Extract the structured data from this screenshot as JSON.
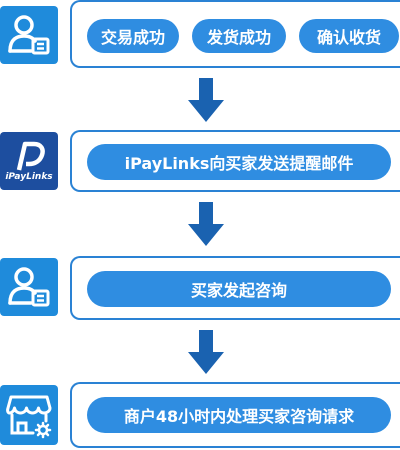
{
  "colors": {
    "pill": "#2f8de1",
    "frame": "#2a82d4",
    "icon_bg": "#1f8bdb",
    "brand_bg": "#1d4e9f",
    "arrow": "#1a62b0"
  },
  "steps": [
    {
      "icon": "buyer-icon",
      "labels": [
        "交易成功",
        "发货成功",
        "确认收货"
      ]
    },
    {
      "icon": "ipaylinks-logo",
      "brand_text": "iPayLinks",
      "label": "iPayLinks向买家发送提醒邮件"
    },
    {
      "icon": "buyer-icon",
      "label": "买家发起咨询"
    },
    {
      "icon": "merchant-store-icon",
      "label": "商户48小时内处理买家咨询请求"
    }
  ]
}
